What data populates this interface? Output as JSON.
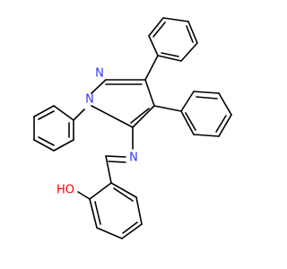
{
  "structure": {
    "atom_labels": {
      "n1": "N",
      "n2": "N",
      "n_imine": "N",
      "oh": "HO"
    },
    "colors": {
      "bond": "#000000",
      "nitrogen": "#3333ff",
      "oxygen": "#ff0000"
    }
  }
}
